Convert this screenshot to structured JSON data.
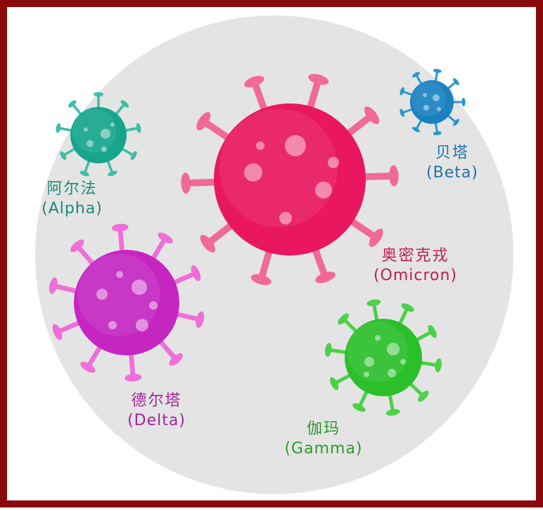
{
  "variants": [
    {
      "key": "alpha",
      "name_cn": "阿尔法",
      "name_en": "(Alpha)",
      "label_color": "#1a8a77",
      "body_color": "#17a58c",
      "spike_color": "#3fbda5"
    },
    {
      "key": "beta",
      "name_cn": "贝塔",
      "name_en": "(Beta)",
      "label_color": "#1f72a8",
      "body_color": "#1b82bf",
      "spike_color": "#2a96cf"
    },
    {
      "key": "omicron",
      "name_cn": "奥密克戎",
      "name_en": "(Omicron)",
      "label_color": "#c01d55",
      "body_color": "#e8175f",
      "spike_color": "#f06a95"
    },
    {
      "key": "delta",
      "name_cn": "德尔塔",
      "name_en": "(Delta)",
      "label_color": "#a5239d",
      "body_color": "#c526c2",
      "spike_color": "#ee6fd8"
    },
    {
      "key": "gamma",
      "name_cn": "伽玛",
      "name_en": "(Gamma)",
      "label_color": "#2a9a2a",
      "body_color": "#2bbf2b",
      "spike_color": "#4ad04a"
    }
  ],
  "colors": {
    "frame": "#8a0a0a",
    "background_circle": "#e4e4e4"
  }
}
